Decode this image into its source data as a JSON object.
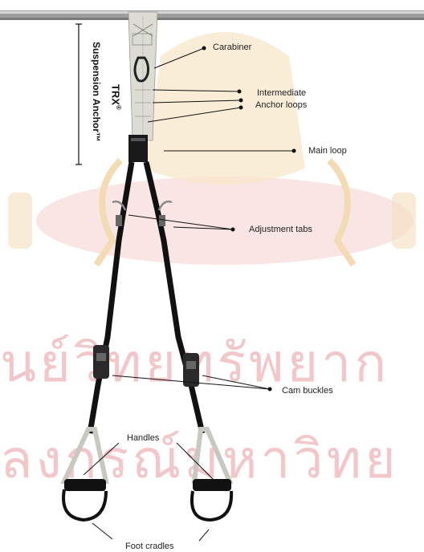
{
  "diagram": {
    "brand_label": "TRX",
    "brand_mark": "®",
    "anchor_label": "Suspension Anchor™",
    "labels": {
      "carabiner": "Carabiner",
      "intermediate": "Intermediate",
      "anchor_loops": "Anchor loops",
      "main_loop": "Main loop",
      "adjustment_tabs": "Adjustment tabs",
      "cam_buckles": "Cam buckles",
      "handles": "Handles",
      "foot_cradles": "Foot cradles"
    },
    "watermark": {
      "line1": "นย์วิทยทรัพยาก",
      "line2": "ลงกรณ์มหาวิทย"
    },
    "colors": {
      "strap": "#111111",
      "anchor_strap": "#d9d9cf",
      "bar": "#a9a9a9",
      "watermark": "#f2c7c9",
      "emblem": "#f7e3c4"
    }
  }
}
